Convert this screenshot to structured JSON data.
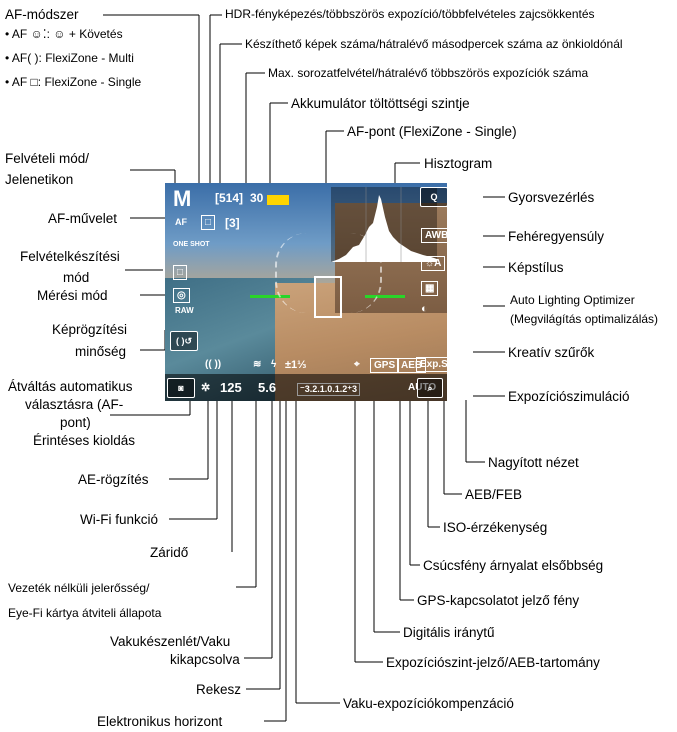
{
  "screen": {
    "mode": "M",
    "shots": "[514]",
    "shots2": "30",
    "bracket": "[3]",
    "af_op": "ONE SHOT",
    "shutter": "125",
    "aperture": "5.6",
    "flash_comp": "±1⅓",
    "iso": "AUTO",
    "gps": "GPS",
    "aeb": "AEB",
    "expsim": "Exp.SIM",
    "scale": "⁻3.2.1.0.1.2⁺3",
    "q": "Q",
    "awb": "AWB",
    "af_mark": "AF",
    "raw": "RAW"
  },
  "labels": {
    "af_method": "AF-módszer",
    "af_face": "• AF ☺⁚: ☺ + Követés",
    "af_multi": "• AF( ): FlexiZone - Multi",
    "af_single": "• AF □: FlexiZone - Single",
    "hdr": "HDR-fényképezés/többszörös expozíció/többfelvételes zajcsökkentés",
    "possible_shots": "Készíthető képek száma/hátralévő másodpercek száma az önkioldónál",
    "max_burst": "Max. sorozatfelvétel/hátralévő többszörös expozíciók száma",
    "battery": "Akkumulátor töltöttségi szintje",
    "af_point": "AF-pont (FlexiZone - Single)",
    "histogram": "Hisztogram",
    "shooting_mode_1": "Felvételi mód/",
    "shooting_mode_2": "Jelenetikon",
    "quick_control": "Gyorsvezérlés",
    "af_operation": "AF-művelet",
    "white_balance": "Fehéregyensúly",
    "drive_mode_1": "Felvételkészítési",
    "drive_mode_2": "mód",
    "picture_style": "Képstílus",
    "metering": "Mérési mód",
    "alo_1": "Auto Lighting Optimizer",
    "alo_2": "(Megvilágítás optimalizálás)",
    "quality_1": "Képrögzítési",
    "quality_2": "minőség",
    "creative_filters": "Kreatív szűrők",
    "auto_select_1": "Átváltás automatikus",
    "auto_select_2": "választásra (AF-",
    "auto_select_3": "pont)",
    "exp_sim": "Expozíciószimuláció",
    "touch_shutter": "Érintéses kioldás",
    "magnify": "Nagyított nézet",
    "ae_lock": "AE-rögzítés",
    "aeb_feb": "AEB/FEB",
    "wifi": "Wi-Fi funkció",
    "iso": "ISO-érzékenység",
    "shutter_speed": "Záridő",
    "highlight_tone": "Csúcsfény árnyalat elsőbbség",
    "wireless_1": "Vezeték nélküli jelerősség/",
    "wireless_2": "Eye-Fi kártya átviteli állapota",
    "gps_light": "GPS-kapcsolatot jelző fény",
    "compass": "Digitális iránytű",
    "flash_1": "Vakukészenlét/Vaku",
    "flash_2": "kikapcsolva",
    "exposure_level": "Expozíciószint-jelző/AEB-tartomány",
    "aperture": "Rekesz",
    "flash_comp": "Vaku-expozíciókompenzáció",
    "horizon": "Elektronikus horizont"
  }
}
